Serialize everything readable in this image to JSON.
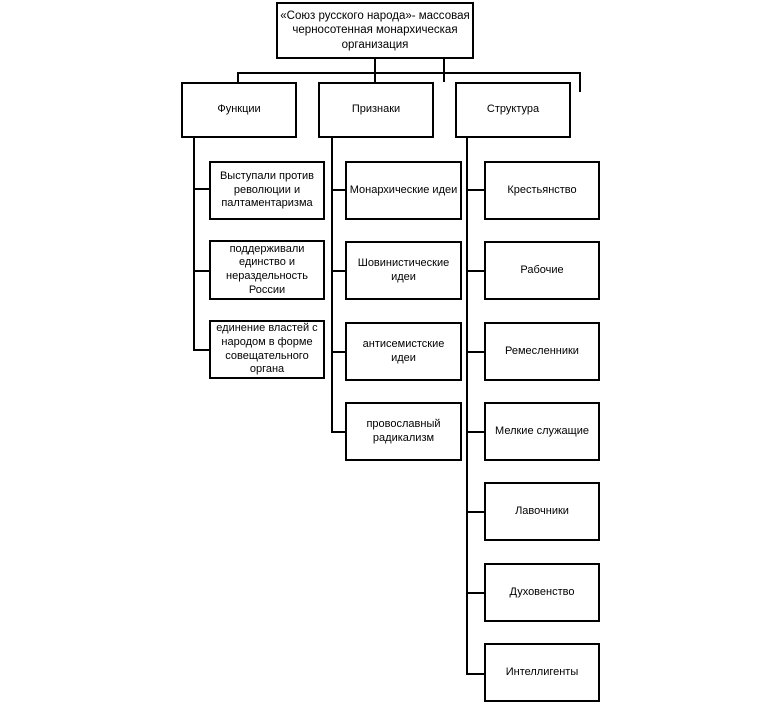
{
  "root": "«Союз русского народа»- массовая черносотенная монархическая организация",
  "branches": [
    {
      "title": "Функции",
      "items": [
        "Выступали против революции и палтаментаризма",
        "поддерживали единство и нераздельность России",
        "единение властей с народом в форме совещательного органа"
      ]
    },
    {
      "title": "Признаки",
      "items": [
        "Монархические идеи",
        "Шовинистические идеи",
        "антисемистские идеи",
        "провославный радикализм"
      ]
    },
    {
      "title": "Структура",
      "items": [
        "Крестьянство",
        "Рабочие",
        "Ремесленники",
        "Мелкие служащие",
        "Лавочники",
        "Духовенство",
        "Интеллигенты"
      ]
    }
  ]
}
